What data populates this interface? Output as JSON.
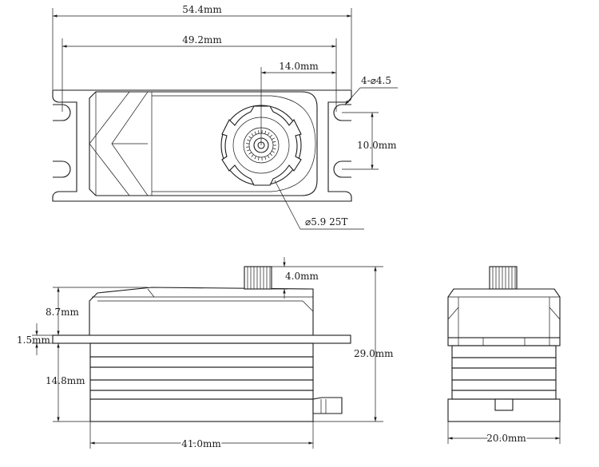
{
  "dimensions": {
    "overall_length": "54.4mm",
    "hole_spacing": "49.2mm",
    "horn_offset": "14.0mm",
    "mount_holes": "4-⌀4.5",
    "hole_pitch": "10.0mm",
    "spline": "⌀5.9 25T",
    "spline_height": "4.0mm",
    "upper_height": "8.7mm",
    "tab_thickness": "1.5mm",
    "lower_height": "14.8mm",
    "total_height": "29.0mm",
    "body_length": "41.0mm",
    "body_width": "20.0mm"
  }
}
